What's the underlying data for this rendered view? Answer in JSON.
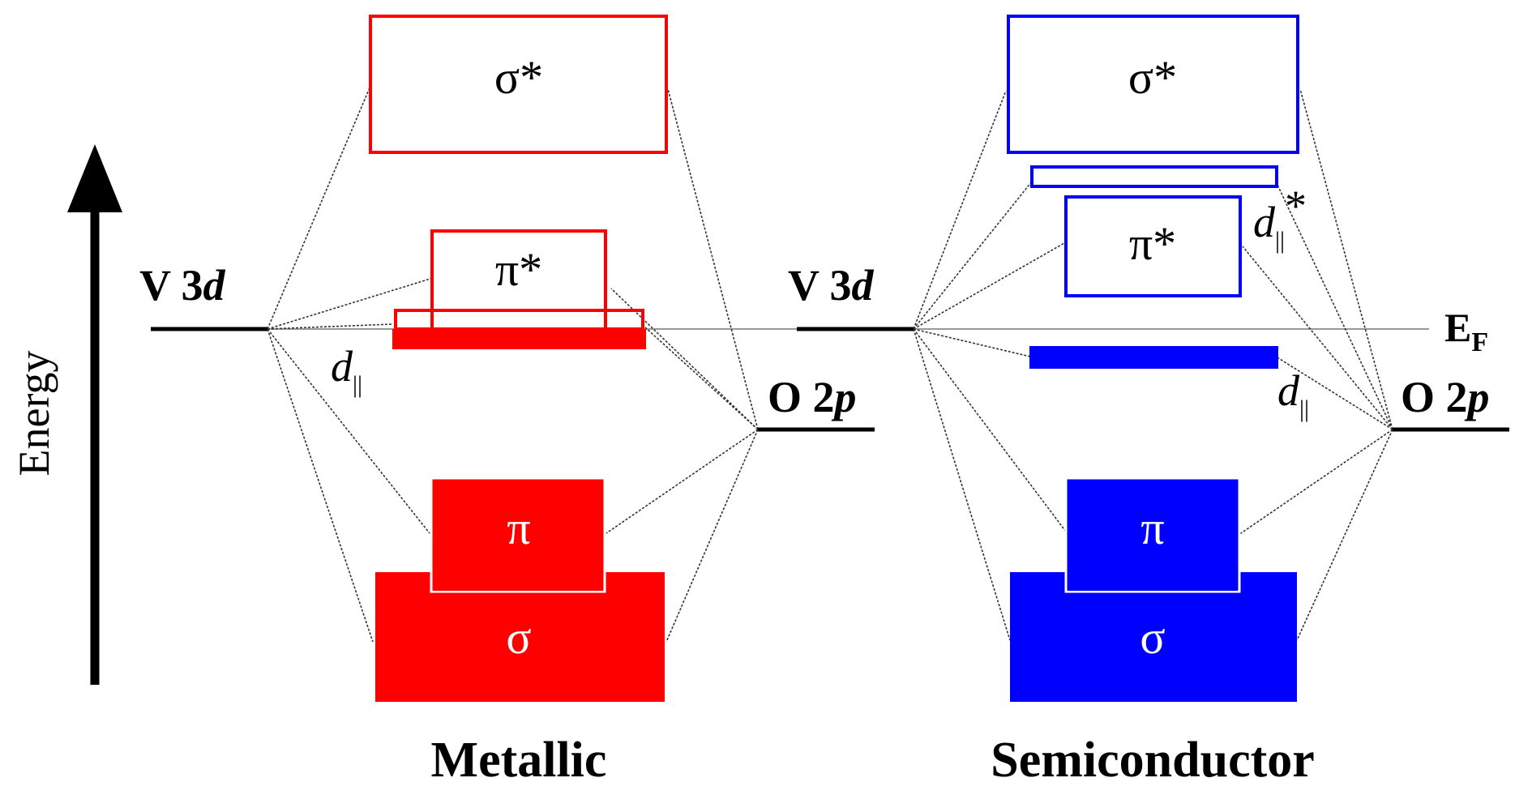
{
  "axis": {
    "label": "Energy"
  },
  "fermi": {
    "label": "E",
    "subscript": "F"
  },
  "colors": {
    "metallic": "#ff0000",
    "semiconductor": "#0000ff",
    "lines": "#000000",
    "fermi_line": "#999999"
  },
  "metallic": {
    "caption": "Metallic",
    "v3d": {
      "prefix": "V 3",
      "italic": "d"
    },
    "o2p": {
      "prefix": "O 2",
      "italic": "p"
    },
    "bands": {
      "sigma_star": "σ*",
      "pi_star": "π*",
      "d_par": {
        "italic": "d",
        "subscript": "||"
      },
      "pi": "π",
      "sigma": "σ"
    }
  },
  "semiconductor": {
    "caption": "Semiconductor",
    "v3d": {
      "prefix": "V 3",
      "italic": "d"
    },
    "o2p": {
      "prefix": "O 2",
      "italic": "p"
    },
    "bands": {
      "sigma_star": "σ*",
      "d_par_star": {
        "italic": "d",
        "subscript": "||",
        "suffix": "*"
      },
      "pi_star": "π*",
      "d_par": {
        "italic": "d",
        "subscript": "||"
      },
      "pi": "π",
      "sigma": "σ"
    }
  }
}
